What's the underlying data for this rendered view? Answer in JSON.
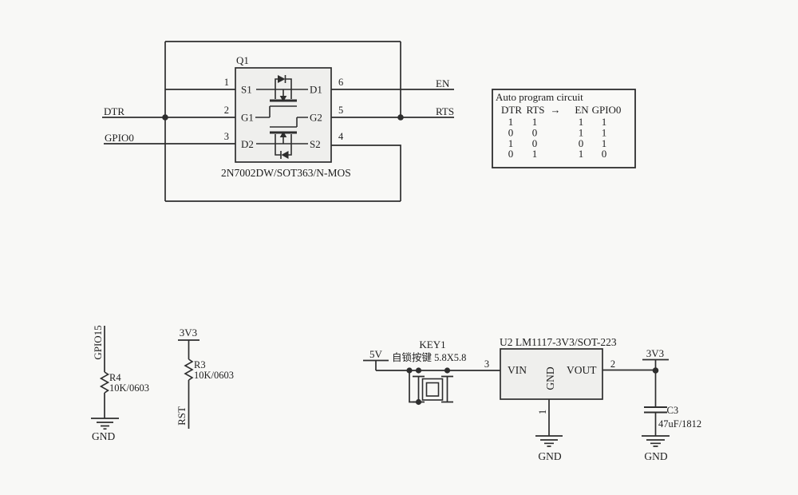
{
  "colors": {
    "background": "#f8f8f6",
    "line": "#2e2e2e",
    "component_fill": "#efefed",
    "text": "#1e1e1e"
  },
  "q1_circuit": {
    "refdes": "Q1",
    "part": "2N7002DW/SOT363/N-MOS",
    "left_pins": [
      {
        "num": "1",
        "name": "S1"
      },
      {
        "num": "2",
        "name": "G1"
      },
      {
        "num": "3",
        "name": "D2"
      }
    ],
    "right_pins": [
      {
        "num": "6",
        "name": "D1"
      },
      {
        "num": "5",
        "name": "G2"
      },
      {
        "num": "4",
        "name": "S2"
      }
    ],
    "nets": {
      "dtr": "DTR",
      "gpio0": "GPIO0",
      "en": "EN",
      "rts": "RTS"
    }
  },
  "truth_table": {
    "title": "Auto program circuit",
    "headers": [
      "DTR",
      "RTS",
      "→",
      "EN",
      "GPIO0"
    ],
    "rows": [
      [
        "1",
        "1",
        "1",
        "1"
      ],
      [
        "0",
        "0",
        "1",
        "1"
      ],
      [
        "1",
        "0",
        "0",
        "1"
      ],
      [
        "0",
        "1",
        "1",
        "0"
      ]
    ]
  },
  "r4": {
    "refdes": "R4",
    "value": "10K/0603",
    "net_top": "GPIO15",
    "net_bottom": "GND"
  },
  "r3": {
    "refdes": "R3",
    "value": "10K/0603",
    "net_top": "3V3",
    "net_bottom": "RST"
  },
  "power_circuit": {
    "input_net": "5V",
    "key": {
      "refdes": "KEY1",
      "desc": "自锁按键 5.8X5.8"
    },
    "u2": {
      "title": "U2  LM1117-3V3/SOT-223",
      "pin_vin": "VIN",
      "pin_gnd": "GND",
      "pin_vout": "VOUT",
      "num_vin": "3",
      "num_gnd": "1",
      "num_vout": "2"
    },
    "output_net": "3V3",
    "c3": {
      "refdes": "C3",
      "value": "47uF/1812"
    },
    "gnd_u2": "GND",
    "gnd_c3": "GND"
  }
}
